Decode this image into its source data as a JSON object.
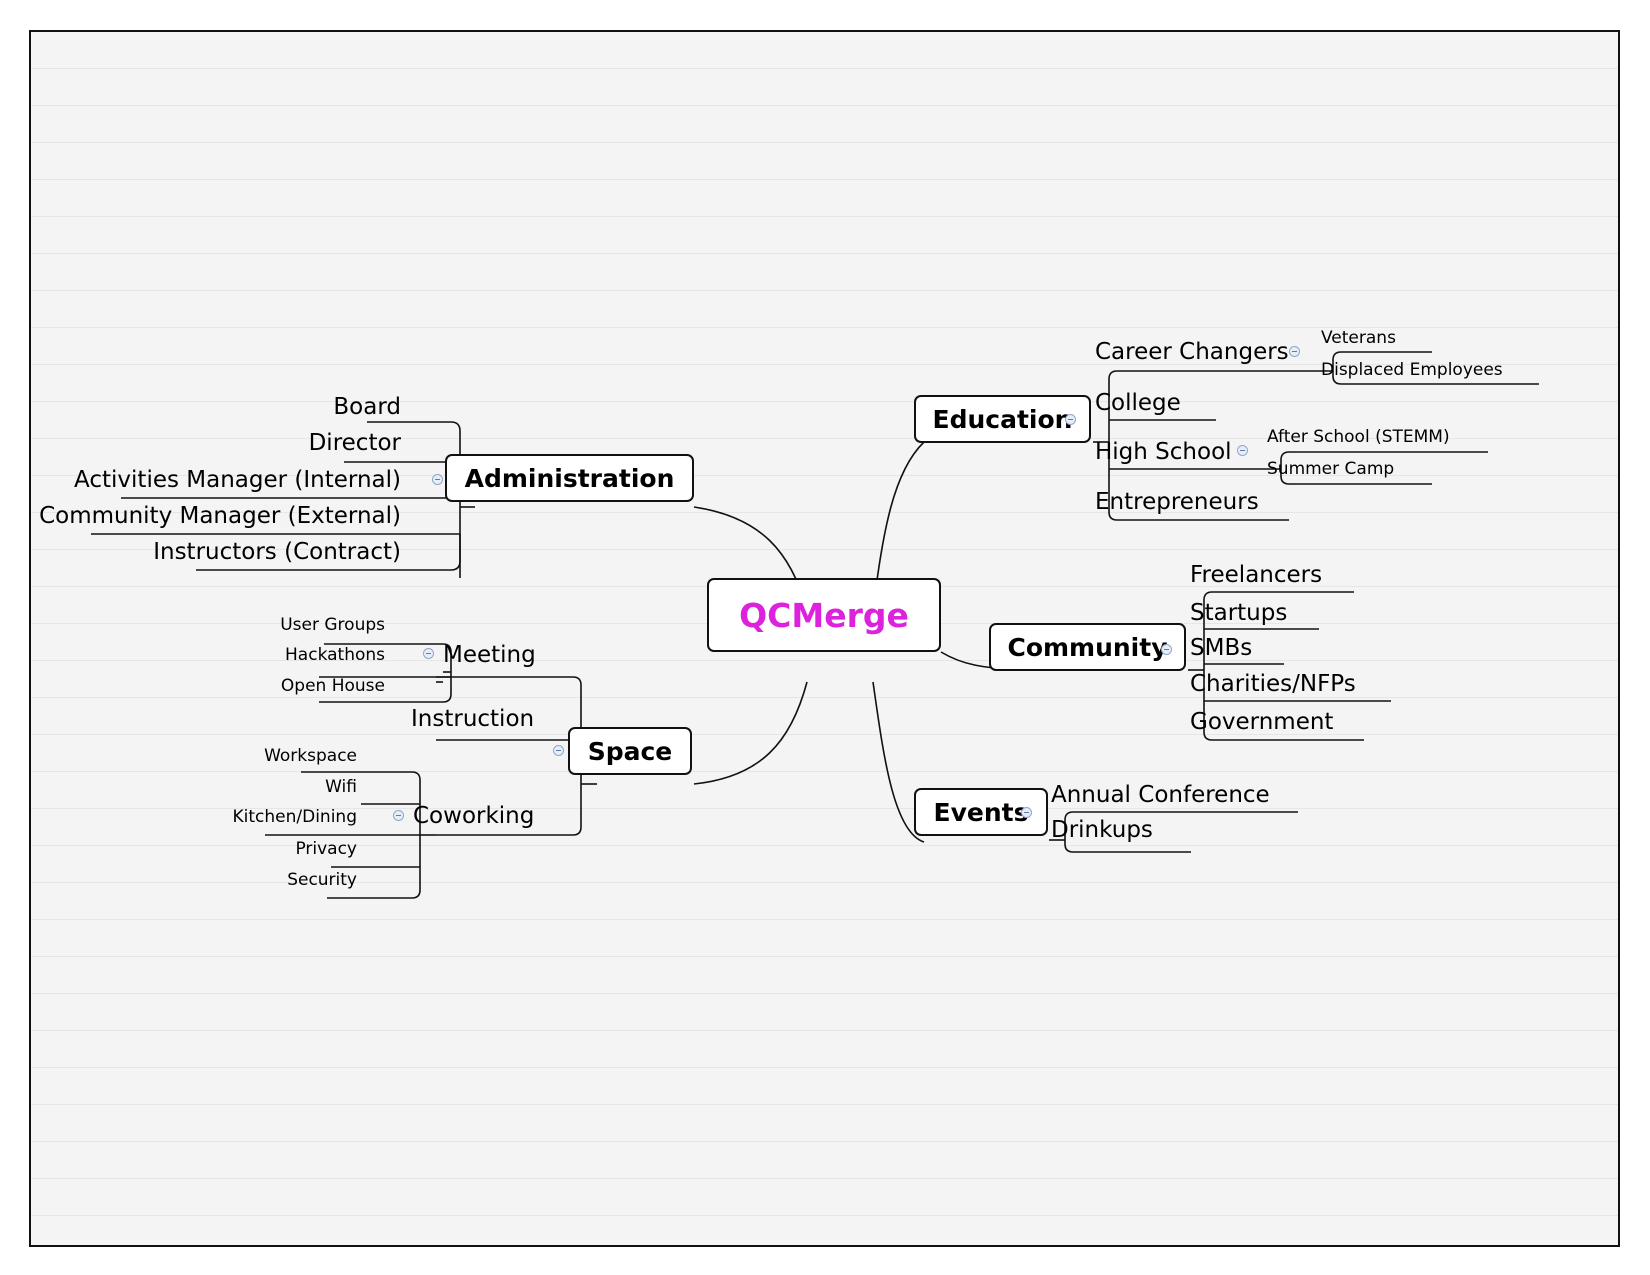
{
  "colors": {
    "root_text": "#dd22dd",
    "line": "#111111",
    "collapse": "#8fa6c8"
  },
  "root": {
    "label": "QCMerge"
  },
  "administration": {
    "label": "Administration",
    "children": [
      "Board",
      "Director",
      "Activities Manager (Internal)",
      "Community Manager (External)",
      "Instructors (Contract)"
    ]
  },
  "space": {
    "label": "Space",
    "meeting": {
      "label": "Meeting",
      "children": [
        "User Groups",
        "Hackathons",
        "Open House"
      ]
    },
    "instruction": {
      "label": "Instruction"
    },
    "coworking": {
      "label": "Coworking",
      "children": [
        "Workspace",
        "Wifi",
        "Kitchen/Dining",
        "Privacy",
        "Security"
      ]
    }
  },
  "education": {
    "label": "Education",
    "career_changers": {
      "label": "Career Changers",
      "children": [
        "Veterans",
        "Displaced Employees"
      ]
    },
    "college": {
      "label": "College"
    },
    "high_school": {
      "label": "High School",
      "children": [
        "After School (STEMM)",
        "Summer Camp"
      ]
    },
    "entrepreneurs": {
      "label": "Entrepreneurs"
    }
  },
  "community": {
    "label": "Community",
    "children": [
      "Freelancers",
      "Startups",
      "SMBs",
      "Charities/NFPs",
      "Government"
    ]
  },
  "events": {
    "label": "Events",
    "children": [
      "Annual Conference",
      "Drinkups"
    ]
  }
}
